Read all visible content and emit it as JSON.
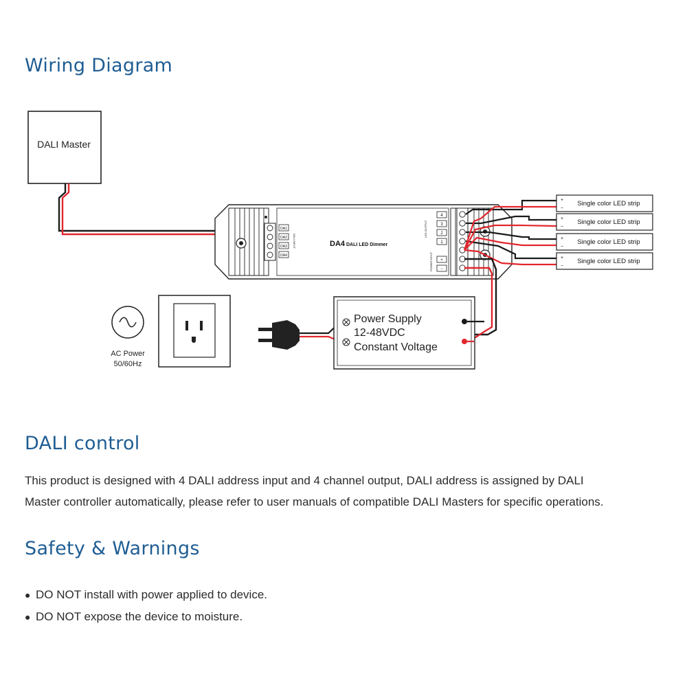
{
  "sections": {
    "wiring_title": "Wiring Diagram",
    "dali_title": "DALI control",
    "safety_title": "Safety & Warnings"
  },
  "diagram": {
    "dali_master_label": "DALI Master",
    "dimmer_model": "DA4",
    "dimmer_name": "DALI LED Dimmer",
    "dali_terminals": [
      "DA1",
      "DA2",
      "DA3",
      "DA4"
    ],
    "dali_input_label": "DALI INPUT",
    "led_output_label": "LED OUTPUT",
    "power_input_label": "POWER INPUT",
    "output_channels": [
      "4",
      "3",
      "2",
      "1"
    ],
    "ac_power_line1": "AC Power",
    "ac_power_line2": "50/60Hz",
    "power_supply_line1": "Power Supply",
    "power_supply_line2": "12-48VDC",
    "power_supply_line3": "Constant Voltage",
    "led_strips": [
      "Single color LED strip",
      "Single color LED strip",
      "Single color LED strip",
      "Single color LED strip"
    ],
    "wire_colors": {
      "red": "#e1262d",
      "black": "#1a1a1a"
    }
  },
  "dali_control": {
    "line1": "This product is designed with 4 DALI address input and 4 channel output, DALI address is assigned by DALI",
    "line2": "Master controller automatically, please refer to user manuals of compatible DALI Masters for specific operations."
  },
  "warnings": [
    "DO NOT install with power applied to device.",
    "DO NOT expose the device to moisture."
  ],
  "colors": {
    "heading": "#1f5d93",
    "body_text": "#2b2b2b"
  }
}
